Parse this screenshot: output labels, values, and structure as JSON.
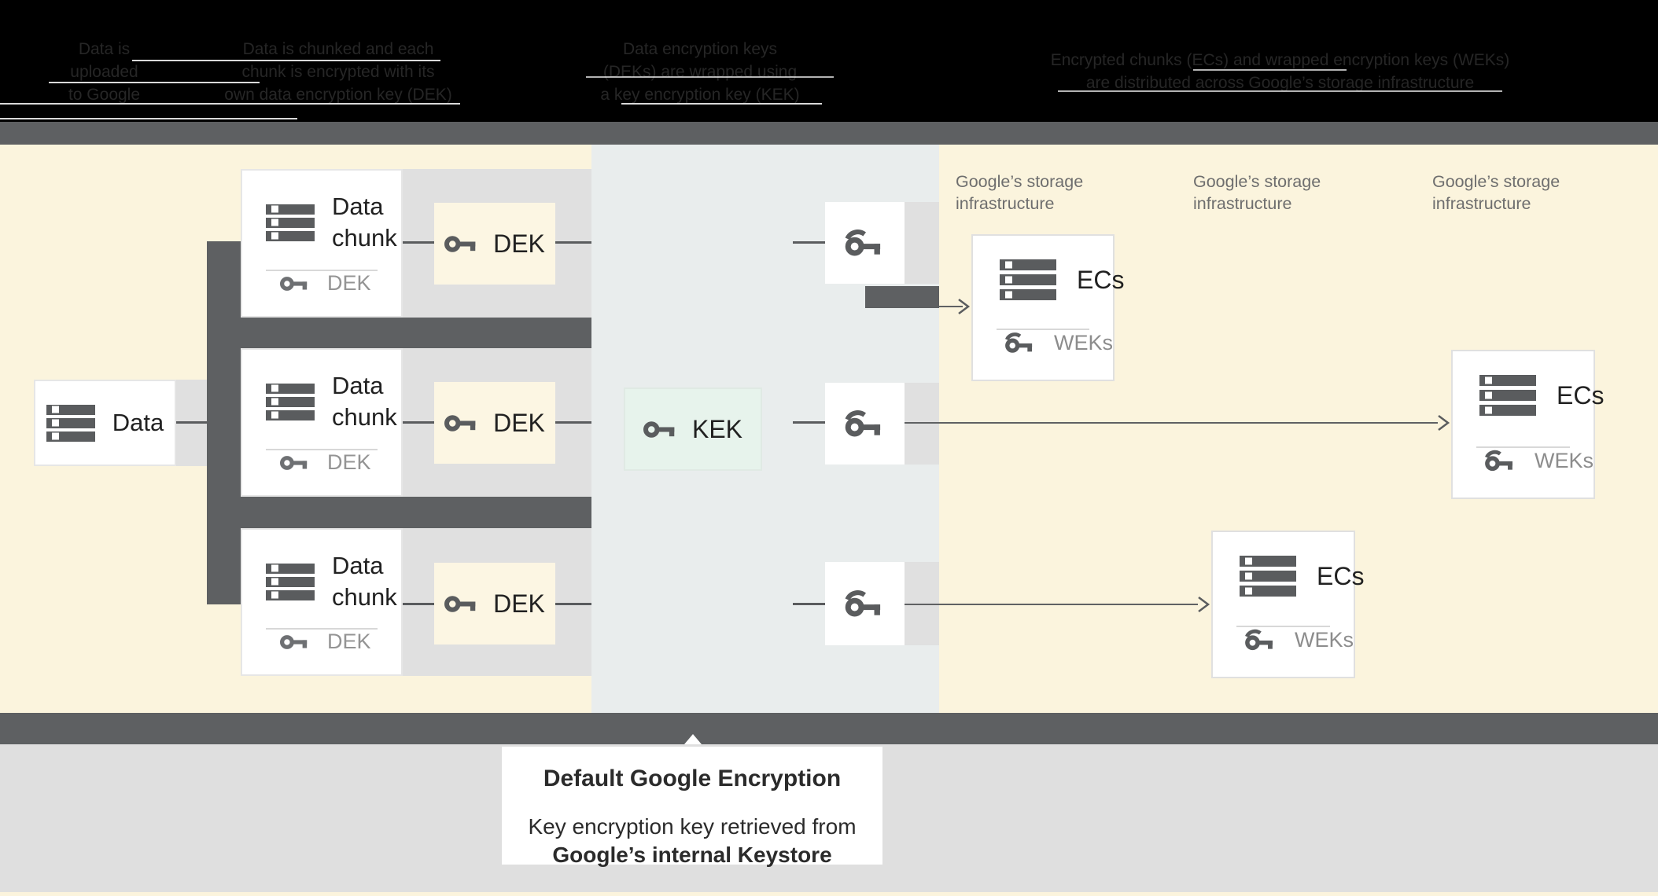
{
  "header": {
    "background": "#000000",
    "text_color": "#262626",
    "steps": [
      {
        "l1": "Data is",
        "l2": "uploaded",
        "l3": "to Google"
      },
      {
        "l1": "Data is chunked and each",
        "l2": "chunk is encrypted with its",
        "l3": "own data encryption key (DEK)"
      },
      {
        "l1": "Data encryption keys",
        "l2": "(DEKs) are wrapped using",
        "l3": "a key encryption key (KEK)"
      },
      {
        "l1": "Encrypted chunks (ECs) and wrapped encryption keys (WEKs)",
        "l2": "are distributed across Google’s storage infrastructure"
      }
    ]
  },
  "diagram": {
    "data_box": {
      "label": "Data"
    },
    "chunks": [
      {
        "t1": "Data",
        "t2": "chunk",
        "key": "DEK"
      },
      {
        "t1": "Data",
        "t2": "chunk",
        "key": "DEK"
      },
      {
        "t1": "Data",
        "t2": "chunk",
        "key": "DEK"
      }
    ],
    "deks": [
      {
        "label": "DEK"
      },
      {
        "label": "DEK"
      },
      {
        "label": "DEK"
      }
    ],
    "kek": {
      "label": "KEK"
    },
    "storage_labels": [
      {
        "l1": "Google’s storage",
        "l2": "infrastructure"
      },
      {
        "l1": "Google’s storage",
        "l2": "infrastructure"
      },
      {
        "l1": "Google’s storage",
        "l2": "infrastructure"
      }
    ],
    "ecs": [
      {
        "title": "ECs",
        "key": "WEKs"
      },
      {
        "title": "ECs",
        "key": "WEKs"
      },
      {
        "title": "ECs",
        "key": "WEKs"
      }
    ]
  },
  "caption": {
    "title": "Default Google Encryption",
    "body_line1": "Key encryption key retrieved from",
    "body_line2": "Google’s internal Keystore"
  },
  "colors": {
    "cream": "#FBF4DD",
    "column_gray_blue": "#E9EDED",
    "connector_band": "#E0E0E0",
    "dark_gray": "#5E6062",
    "kek_mint": "#E7F3EC",
    "bottom_gray": "#DFDFDF",
    "text_dark": "#212121",
    "text_gray": "#949494"
  }
}
